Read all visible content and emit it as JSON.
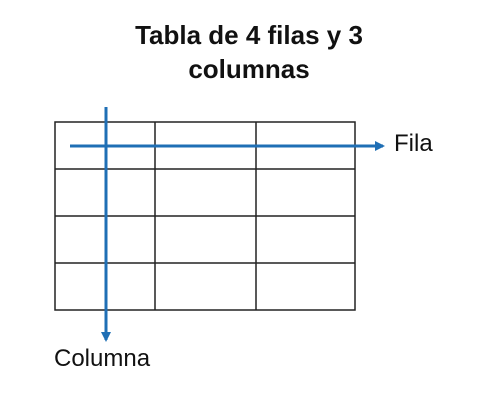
{
  "title": {
    "line1": "Tabla de 4 filas y 3",
    "line2": "columnas"
  },
  "labels": {
    "row": "Fila",
    "column": "Columna"
  },
  "table": {
    "rows": 4,
    "columns": 3
  },
  "colors": {
    "arrow": "#1f6fb5",
    "grid": "#222222",
    "text": "#111111"
  }
}
